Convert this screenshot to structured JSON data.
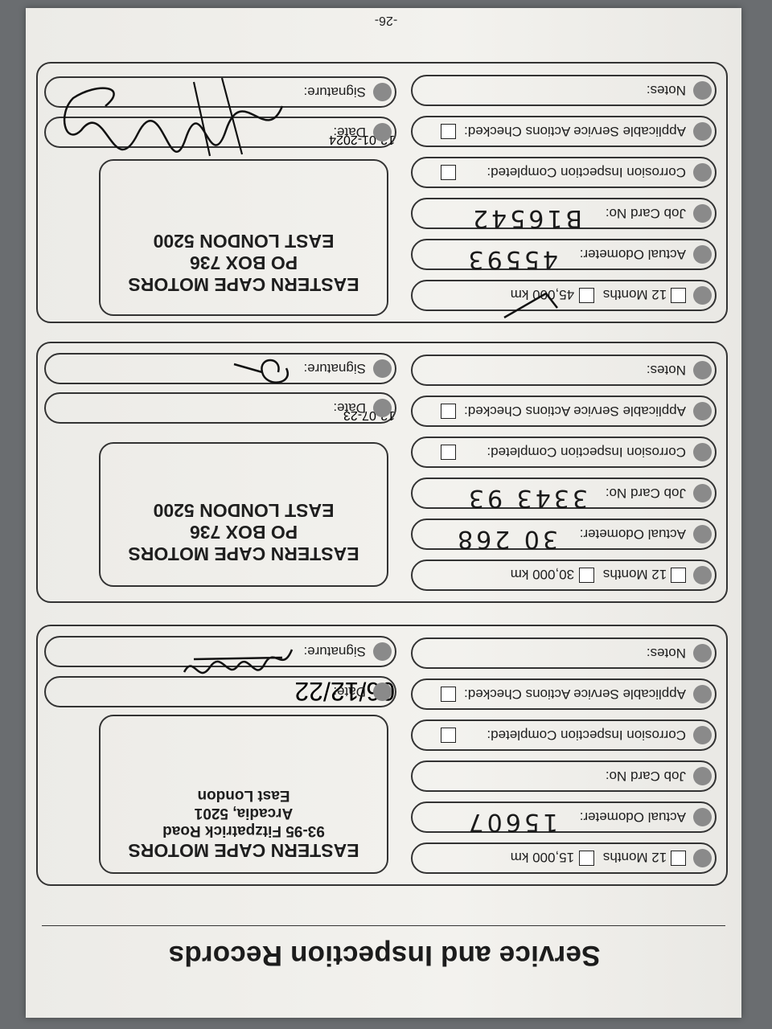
{
  "page": {
    "title": "Service and Inspection Records",
    "page_number": "-26-"
  },
  "labels": {
    "months": "12 Months",
    "actual_odometer": "Actual Odometer:",
    "job_card_no": "Job Card No:",
    "corrosion": "Corrosion Inspection Completed:",
    "applicable": "Applicable Service Actions Checked:",
    "notes": "Notes:",
    "date": "Date:",
    "signature": "Signature:"
  },
  "records": [
    {
      "interval_km": "15,000 km",
      "odometer": "15607",
      "job_card": "",
      "date": "06/12/22",
      "dealer_stamp": [
        "EASTERN CAPE MOTORS",
        "93-95 Fitzpatrick Road",
        "Arcadia, 5201",
        "East London"
      ]
    },
    {
      "interval_km": "30,000 km",
      "odometer": "30 268",
      "job_card": "3343 93",
      "date": "13-07-23",
      "dealer_stamp": [
        "EASTERN CAPE MOTORS",
        "PO BOX 736",
        "EAST LONDON 5200"
      ]
    },
    {
      "interval_km": "45,000 km",
      "odometer": "45593",
      "job_card": "B16542",
      "date": "12-01-2024",
      "dealer_stamp": [
        "EASTERN CAPE MOTORS",
        "PO BOX 736",
        "EAST LONDON 5200"
      ]
    }
  ]
}
